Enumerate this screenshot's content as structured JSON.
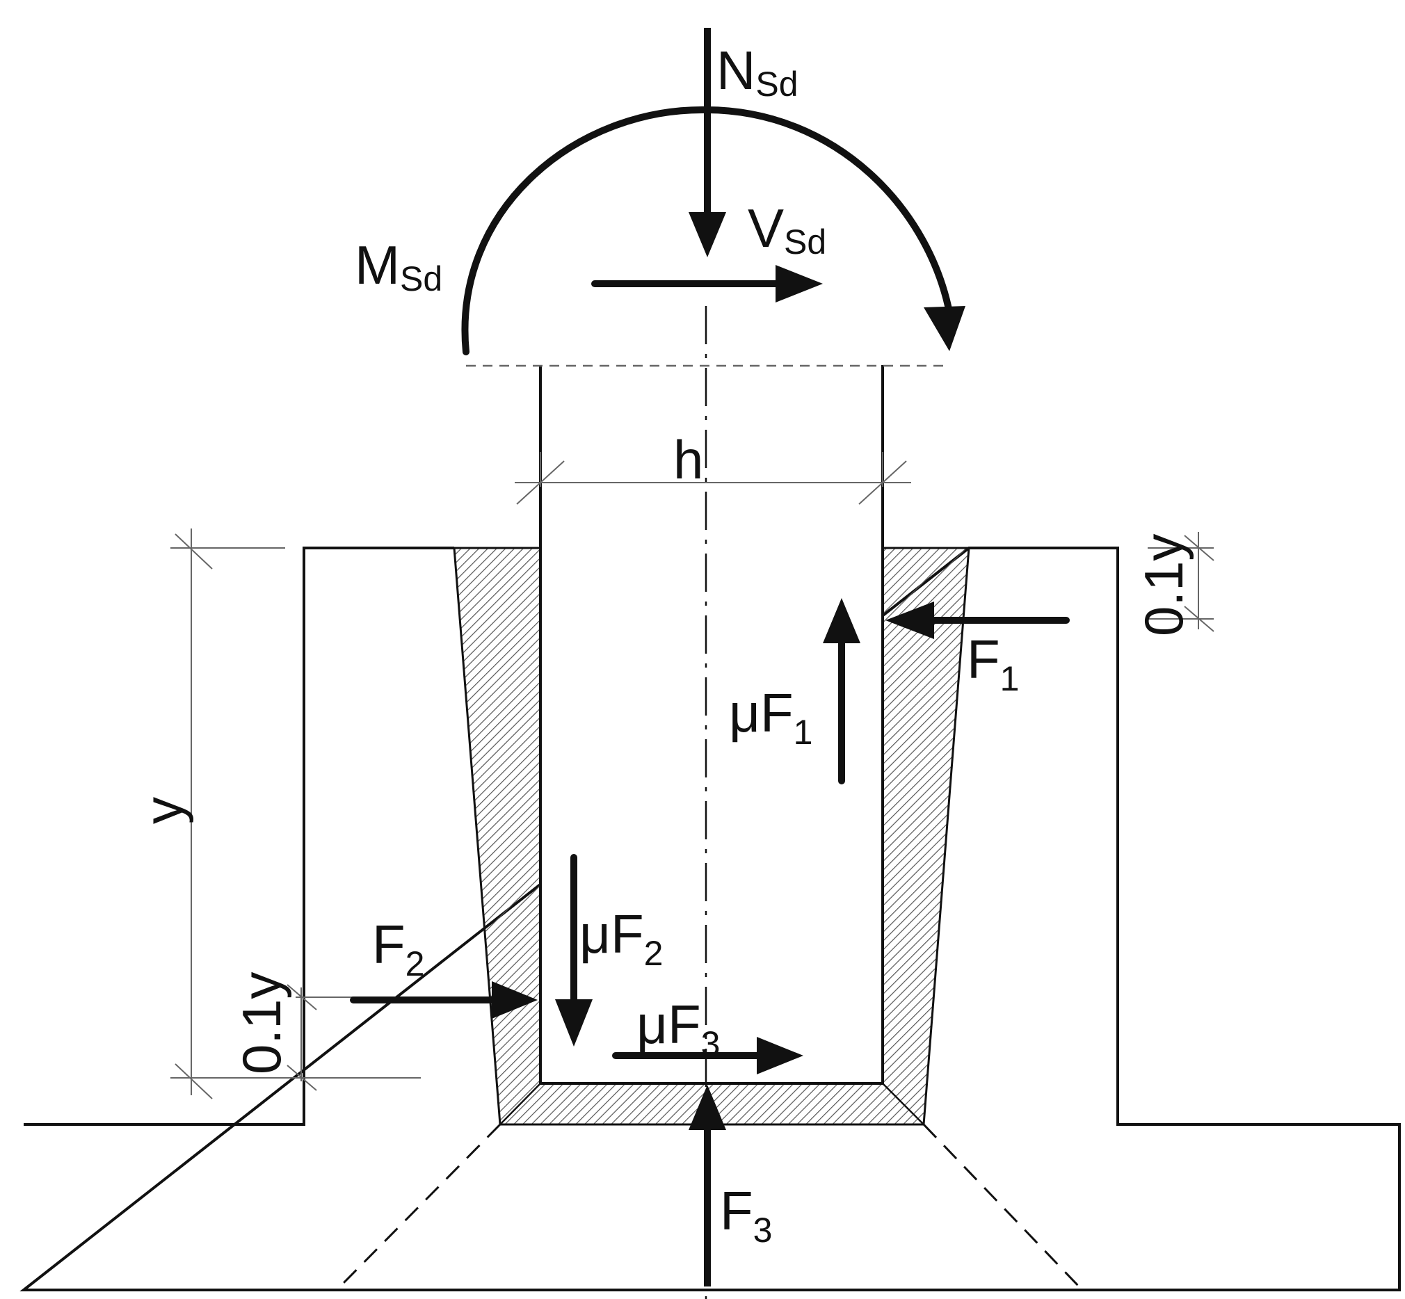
{
  "labels": {
    "n_main": "N",
    "n_sub": "Sd",
    "v_main": "V",
    "v_sub": "Sd",
    "m_main": "M",
    "m_sub": "Sd",
    "h": "h",
    "y": "y",
    "y01_top": "0.1y",
    "y01_bottom": "0.1y",
    "f1_main": "F",
    "f1_sub": "1",
    "f2_main": "F",
    "f2_sub": "2",
    "f3_main": "F",
    "f3_sub": "3",
    "muf1_main": "μF",
    "muf1_sub": "1",
    "muf2_main": "μF",
    "muf2_sub": "2",
    "muf3_main": "μF",
    "muf3_sub": "3"
  },
  "colors": {
    "line": "#111111",
    "hatch": "#555555",
    "dim": "#666666",
    "background": "#ffffff"
  }
}
